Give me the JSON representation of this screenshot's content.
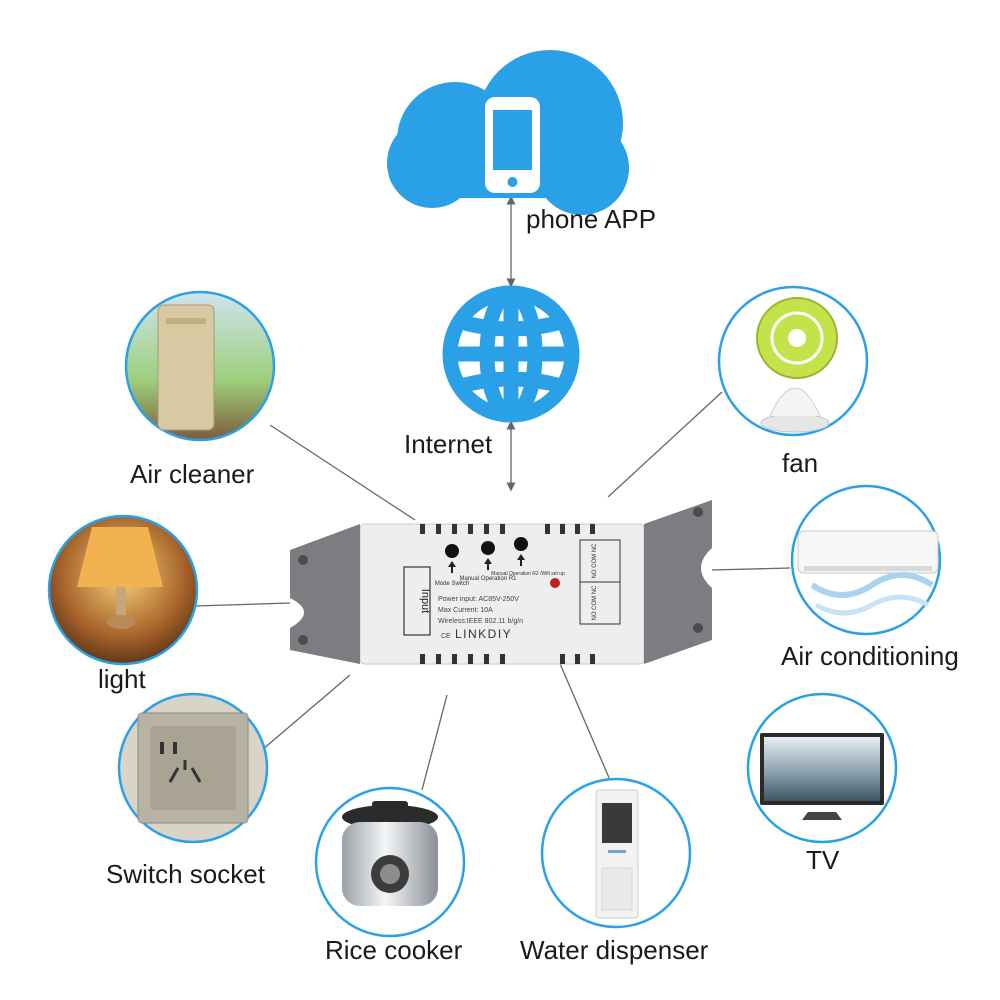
{
  "cloud": {
    "label": "phone APP",
    "color": "#2aa1e6"
  },
  "internet": {
    "label": "Internet",
    "color": "#2aa1e6"
  },
  "controller": {
    "brand": "LINKDIY",
    "logo_mark": "CE",
    "input_label": "Input",
    "buttons": [
      {
        "label": "Mode Switch"
      },
      {
        "label": "Manual Operation R1"
      },
      {
        "label": "Manual Operation R2 /Wifi set up"
      }
    ],
    "specs": [
      "Power input: AC85V-250V",
      "Max Current: 10A",
      "Wireless:IEEE 802.11 b/g/n"
    ],
    "terminals": [
      "NO COM NC",
      "NO COM NC"
    ]
  },
  "devices": [
    {
      "id": "air-cleaner",
      "label": "Air cleaner",
      "icon": "air-cleaner-icon"
    },
    {
      "id": "light",
      "label": "light",
      "icon": "table-lamp-icon"
    },
    {
      "id": "switch-socket",
      "label": "Switch socket",
      "icon": "wall-socket-icon"
    },
    {
      "id": "rice-cooker",
      "label": "Rice cooker",
      "icon": "rice-cooker-icon"
    },
    {
      "id": "water-dispenser",
      "label": "Water dispenser",
      "icon": "water-dispenser-icon"
    },
    {
      "id": "tv",
      "label": "TV",
      "icon": "tv-icon"
    },
    {
      "id": "air-conditioning",
      "label": "Air conditioning",
      "icon": "air-conditioner-icon"
    },
    {
      "id": "fan",
      "label": "fan",
      "icon": "fan-icon"
    }
  ],
  "colors": {
    "circle_border": "#2aa1e6",
    "connector_line": "#666666",
    "module_body": "#eeeeee",
    "module_cap": "#7b7d80"
  }
}
